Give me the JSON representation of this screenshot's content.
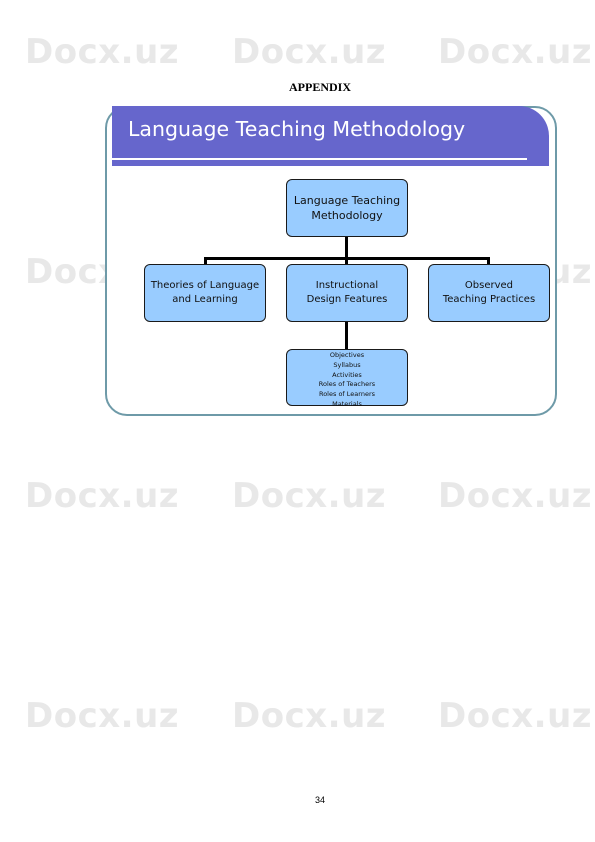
{
  "watermark": "Docx.uz",
  "heading": "APPENDIX",
  "slide": {
    "title": "Language Teaching Methodology",
    "colors": {
      "title_band": "#6666cc",
      "node_fill": "#99ccff",
      "frame": "#6e9aa8"
    }
  },
  "diagram": {
    "root": "Language Teaching\nMethodology",
    "left": "Theories of Language\nand Learning",
    "center": "Instructional\nDesign Features",
    "right": "Observed\nTeaching Practices",
    "design_features": "Objectives\nSyllabus\nActivities\nRoles of Teachers\nRoles of Learners\nMaterials"
  },
  "page_number": "34"
}
